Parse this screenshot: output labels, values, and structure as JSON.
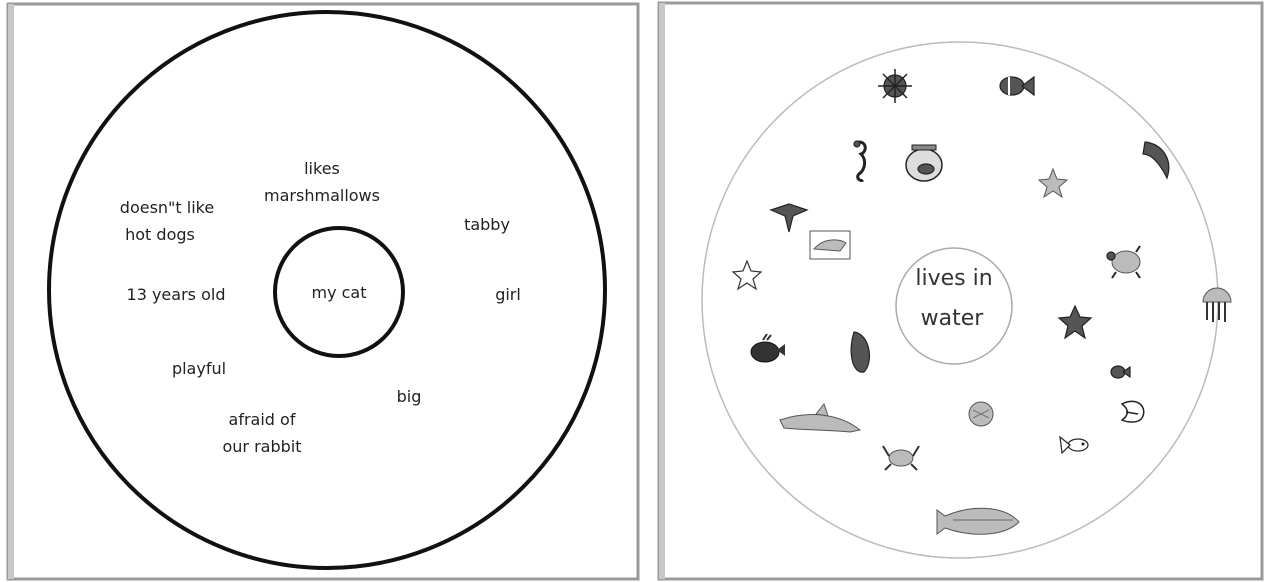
{
  "left_map": {
    "center": "my cat",
    "traits": [
      {
        "line1": "likes",
        "line2": "marshmallows"
      },
      {
        "line1": "doesn\"t like",
        "line2": "hot dogs"
      },
      {
        "line1": "tabby",
        "line2": ""
      },
      {
        "line1": "13 years old",
        "line2": ""
      },
      {
        "line1": "girl",
        "line2": ""
      },
      {
        "line1": "playful",
        "line2": ""
      },
      {
        "line1": "big",
        "line2": ""
      },
      {
        "line1": "afraid of",
        "line2": "our rabbit"
      }
    ]
  },
  "right_map": {
    "center_line1": "lives in",
    "center_line2": "water",
    "icons": [
      "sea-urchin-icon",
      "tropical-fish-icon",
      "seahorse-icon",
      "fishbowl-icon",
      "starfish-light-icon",
      "dolphin-jump-icon",
      "manta-ray-icon",
      "shark-icon",
      "turtle-icon",
      "starfish-outline-icon",
      "jellyfish-icon",
      "whale-icon",
      "mussel-icon",
      "starfish-dark-icon",
      "small-fish-icon",
      "dolphin-icon",
      "clam-icon",
      "striped-fish-icon",
      "crab-icon",
      "swimming-fish-icon",
      "big-fish-icon"
    ]
  }
}
